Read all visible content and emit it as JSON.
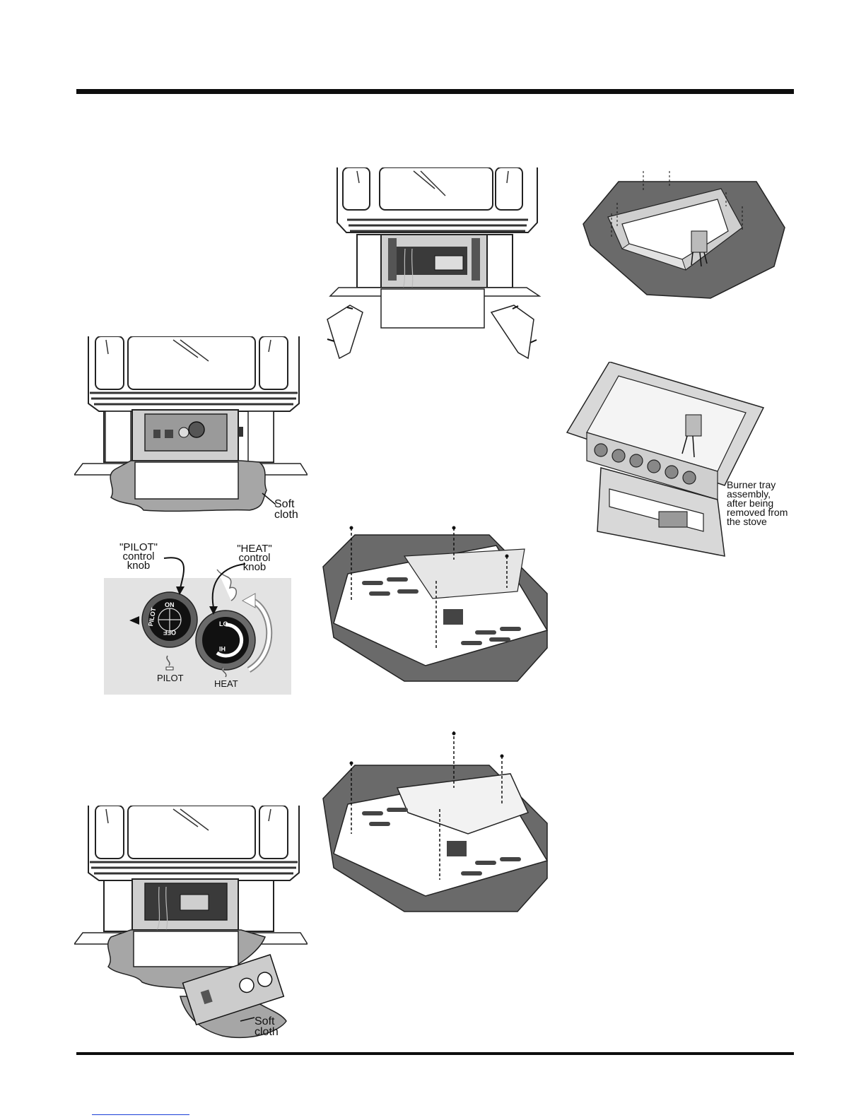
{
  "labels": {
    "pilot_knob": "\"PILOT\"\ncontrol\nknob",
    "heat_knob": "\"HEAT\"\ncontrol\nknob",
    "pilot_on": "ON",
    "pilot_off": "OFF",
    "pilot_name": "PILOT",
    "heat_lo": "LO",
    "heat_hi": "HI",
    "pilot_caption": "PILOT",
    "heat_caption": "HEAT",
    "soft_cloth_1": "Soft\ncloth",
    "soft_cloth_2": "Soft\ncloth",
    "burner_tray": "Burner tray\nassembly,\nafter being\nremoved from\nthe stove"
  }
}
